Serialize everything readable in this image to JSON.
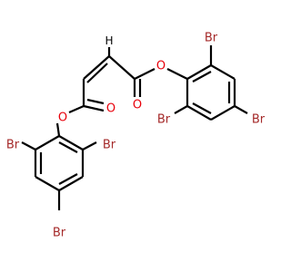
{
  "molecule": {
    "atoms": {
      "br_top_right": "Br",
      "br_mid_right_a": "Br",
      "br_mid_right_b": "Br",
      "br_low_left_a": "Br",
      "br_low_left_b": "Br",
      "br_bottom": "Br",
      "o_ester_right": "O",
      "o_carbonyl_right": "O",
      "o_ester_left": "O",
      "o_carbonyl_left": "O",
      "h_alkene": "H"
    },
    "colors": {
      "bromine": "#a52a2a",
      "oxygen": "#e8000b",
      "bond": "#000000",
      "background": "#ffffff"
    }
  }
}
